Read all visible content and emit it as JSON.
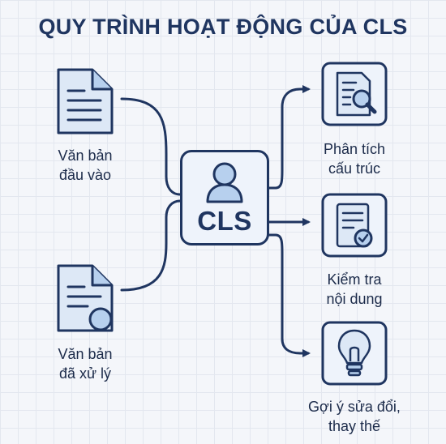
{
  "title": "QUY TRÌNH HOẠT ĐỘNG CỦA CLS",
  "center": {
    "label": "CLS",
    "icon": "user-icon"
  },
  "inputs": [
    {
      "line1": "Văn bản",
      "line2": "đầu vào",
      "icon": "document-icon"
    },
    {
      "line1": "Văn bản",
      "line2": "đã xử lý",
      "icon": "document-seal-icon"
    }
  ],
  "outputs": [
    {
      "line1": "Phân tích",
      "line2": "cấu trúc",
      "icon": "document-search-icon"
    },
    {
      "line1": "Kiểm tra",
      "line2": "nội dung",
      "icon": "document-check-icon"
    },
    {
      "line1": "Gợi ý sửa đổi,",
      "line2": "thay thế",
      "icon": "lightbulb-icon"
    }
  ],
  "colors": {
    "primary": "#1f3560",
    "fill": "#dde8f6",
    "accent": "#b7d0ee",
    "background": "#f4f6fa"
  }
}
